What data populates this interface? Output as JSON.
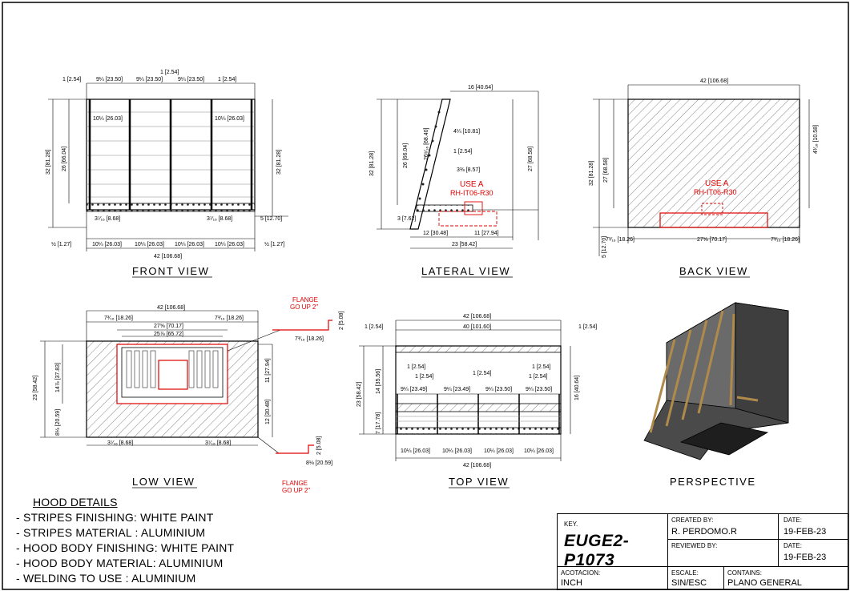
{
  "views": {
    "front": "FRONT VIEW",
    "lateral": "LATERAL VIEW",
    "back": "BACK VIEW",
    "low": "LOW VIEW",
    "top": "TOP VIEW",
    "perspective": "PERSPECTIVE"
  },
  "callouts": {
    "use_a": "USE A",
    "part": "RH-IT06-R30",
    "flange": "FLANGE",
    "go_up": "GO UP 2\""
  },
  "dims": {
    "d1": "1 [2.54]",
    "d9": "9¼ [23.50]",
    "d9b": "9¼ [23.49]",
    "d10": "10¼ [26.03]",
    "d42": "42 [106.68]",
    "d40": "40 [101.60]",
    "d32": "32 [81.28]",
    "d26": "26 [66.04]",
    "d27": "27 [68.58]",
    "d16": "16 [40.64]",
    "d23": "23 [58.42]",
    "d3": "3 [7.62]",
    "d5": "5 [12.70]",
    "d12": "12 [30.48]",
    "d11": "11 [27.94]",
    "half": "½ [1.27]",
    "d38": "3⅜ [8.57]",
    "d3_16": "3⁷⁄₁₆ [8.68]",
    "d4": "4¼ [10.81]",
    "d4b": "4³⁄₁₆ [10.58]",
    "d26b": "26⁹⁄₁₆ [68.40]",
    "d7": "7³⁄₁₆ [18.26]",
    "d27b": "27⅝ [70.17]",
    "d25": "25⅞ [65.72]",
    "d14": "14⅞ [37.83]",
    "d8": "8⅛ [20.59]",
    "d14b": "14 [35.56]",
    "d7b": "7 [17.78]",
    "d2": "2 [5.08]"
  },
  "notes": {
    "title": "HOOD DETAILS",
    "items": [
      "-  STRIPES FINISHING: WHITE PAINT",
      "-  STRIPES MATERIAL : ALUMINIUM",
      "-  HOOD BODY FINISHING: WHITE PAINT",
      "-  HOOD BODY MATERIAL: ALUMINIUM",
      "-  WELDING TO USE : ALUMINIUM"
    ]
  },
  "title_block": {
    "key_label": "KEY.",
    "key_value": "EUGE2-P1073",
    "created_label": "CREATED BY:",
    "created_value": "R. PERDOMO.R",
    "reviewed_label": "REVIEWED BY:",
    "date_label": "DATE:",
    "date_created": "19-FEB-23",
    "date_reviewed": "19-FEB-23",
    "acotacion_label": "ACOTACION:",
    "acotacion_value": "INCH",
    "scale_label": "ESCALE:",
    "scale_value": "SIN/ESC",
    "contains_label": "CONTAINS:",
    "contains_value": "PLANO GENERAL"
  },
  "colors": {
    "accent": "#e00000",
    "line": "#000000"
  }
}
